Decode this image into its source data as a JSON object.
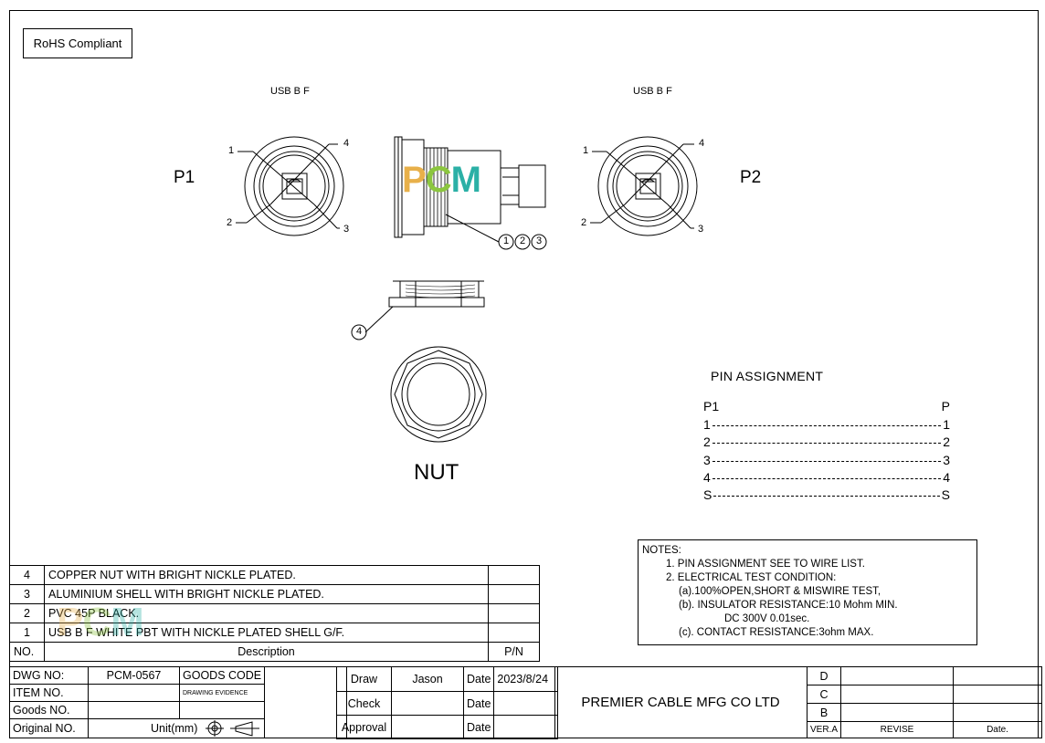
{
  "rohs": "RoHS Compliant",
  "connector_labels": {
    "left": "USB B F",
    "right": "USB B F"
  },
  "ports": {
    "p1": "P1",
    "p2": "P2"
  },
  "pin_callouts": {
    "n1": "1",
    "n2": "2",
    "n3": "3",
    "n4": "4"
  },
  "part_bubbles": [
    "1",
    "2",
    "3",
    "4"
  ],
  "nut_label": "NUT",
  "logo": {
    "letters": [
      "P",
      "C",
      "M"
    ],
    "colors": [
      "#e8b04a",
      "#8cc63f",
      "#2bb0a6"
    ]
  },
  "pin_assignment": {
    "title": "PIN  ASSIGNMENT",
    "left_header": "P1",
    "right_header": "P",
    "rows": [
      {
        "left": "1",
        "right": "1"
      },
      {
        "left": "2",
        "right": "2"
      },
      {
        "left": "3",
        "right": "3"
      },
      {
        "left": "4",
        "right": "4"
      },
      {
        "left": "S",
        "right": "S"
      }
    ]
  },
  "notes": {
    "title": "NOTES:",
    "lines": [
      "1. PIN ASSIGNMENT SEE TO WIRE LIST.",
      "2. ELECTRICAL TEST CONDITION:",
      "(a).100%OPEN,SHORT & MISWIRE TEST,",
      "(b). INSULATOR RESISTANCE:10 Mohm MIN.",
      "DC 300V 0.01sec.",
      "(c). CONTACT RESISTANCE:3ohm MAX."
    ]
  },
  "parts_table": {
    "rows": [
      {
        "no": "4",
        "desc": "COPPER  NUT WITH BRIGHT NICKLE PLATED.",
        "pn": ""
      },
      {
        "no": "3",
        "desc": "ALUMINIUM  SHELL WITH BRIGHT NICKLE PLATED.",
        "pn": ""
      },
      {
        "no": "2",
        "desc": "PVC 45P  BLACK.",
        "pn": ""
      },
      {
        "no": "1",
        "desc": "USB B F WHITE PBT WITH NICKLE  PLATED SHELL G/F.",
        "pn": ""
      }
    ],
    "header": {
      "no": "NO.",
      "desc": "Description",
      "pn": "P/N"
    }
  },
  "title_block": {
    "dwg_no_label": "DWG NO:",
    "dwg_no": "PCM-0567",
    "goods_code_label": "GOODS CODE",
    "item_no_label": "ITEM NO.",
    "drawing_evidence": "DRAWING EVIDENCE",
    "goods_no_label": "Goods NO.",
    "original_no_label": "Original NO.",
    "unit_label": "Unit(mm)",
    "draw_label": "Draw",
    "drawer": "Jason",
    "check_label": "Check",
    "approval_label": "Approval",
    "date_label": "Date",
    "date_value": "2023/8/24",
    "company": "PREMIER CABLE MFG CO LTD",
    "rev_d": "D",
    "rev_c": "C",
    "rev_b": "B",
    "ver_label": "VER.A",
    "revise_label": "REVISE",
    "date_col_label": "Date."
  }
}
